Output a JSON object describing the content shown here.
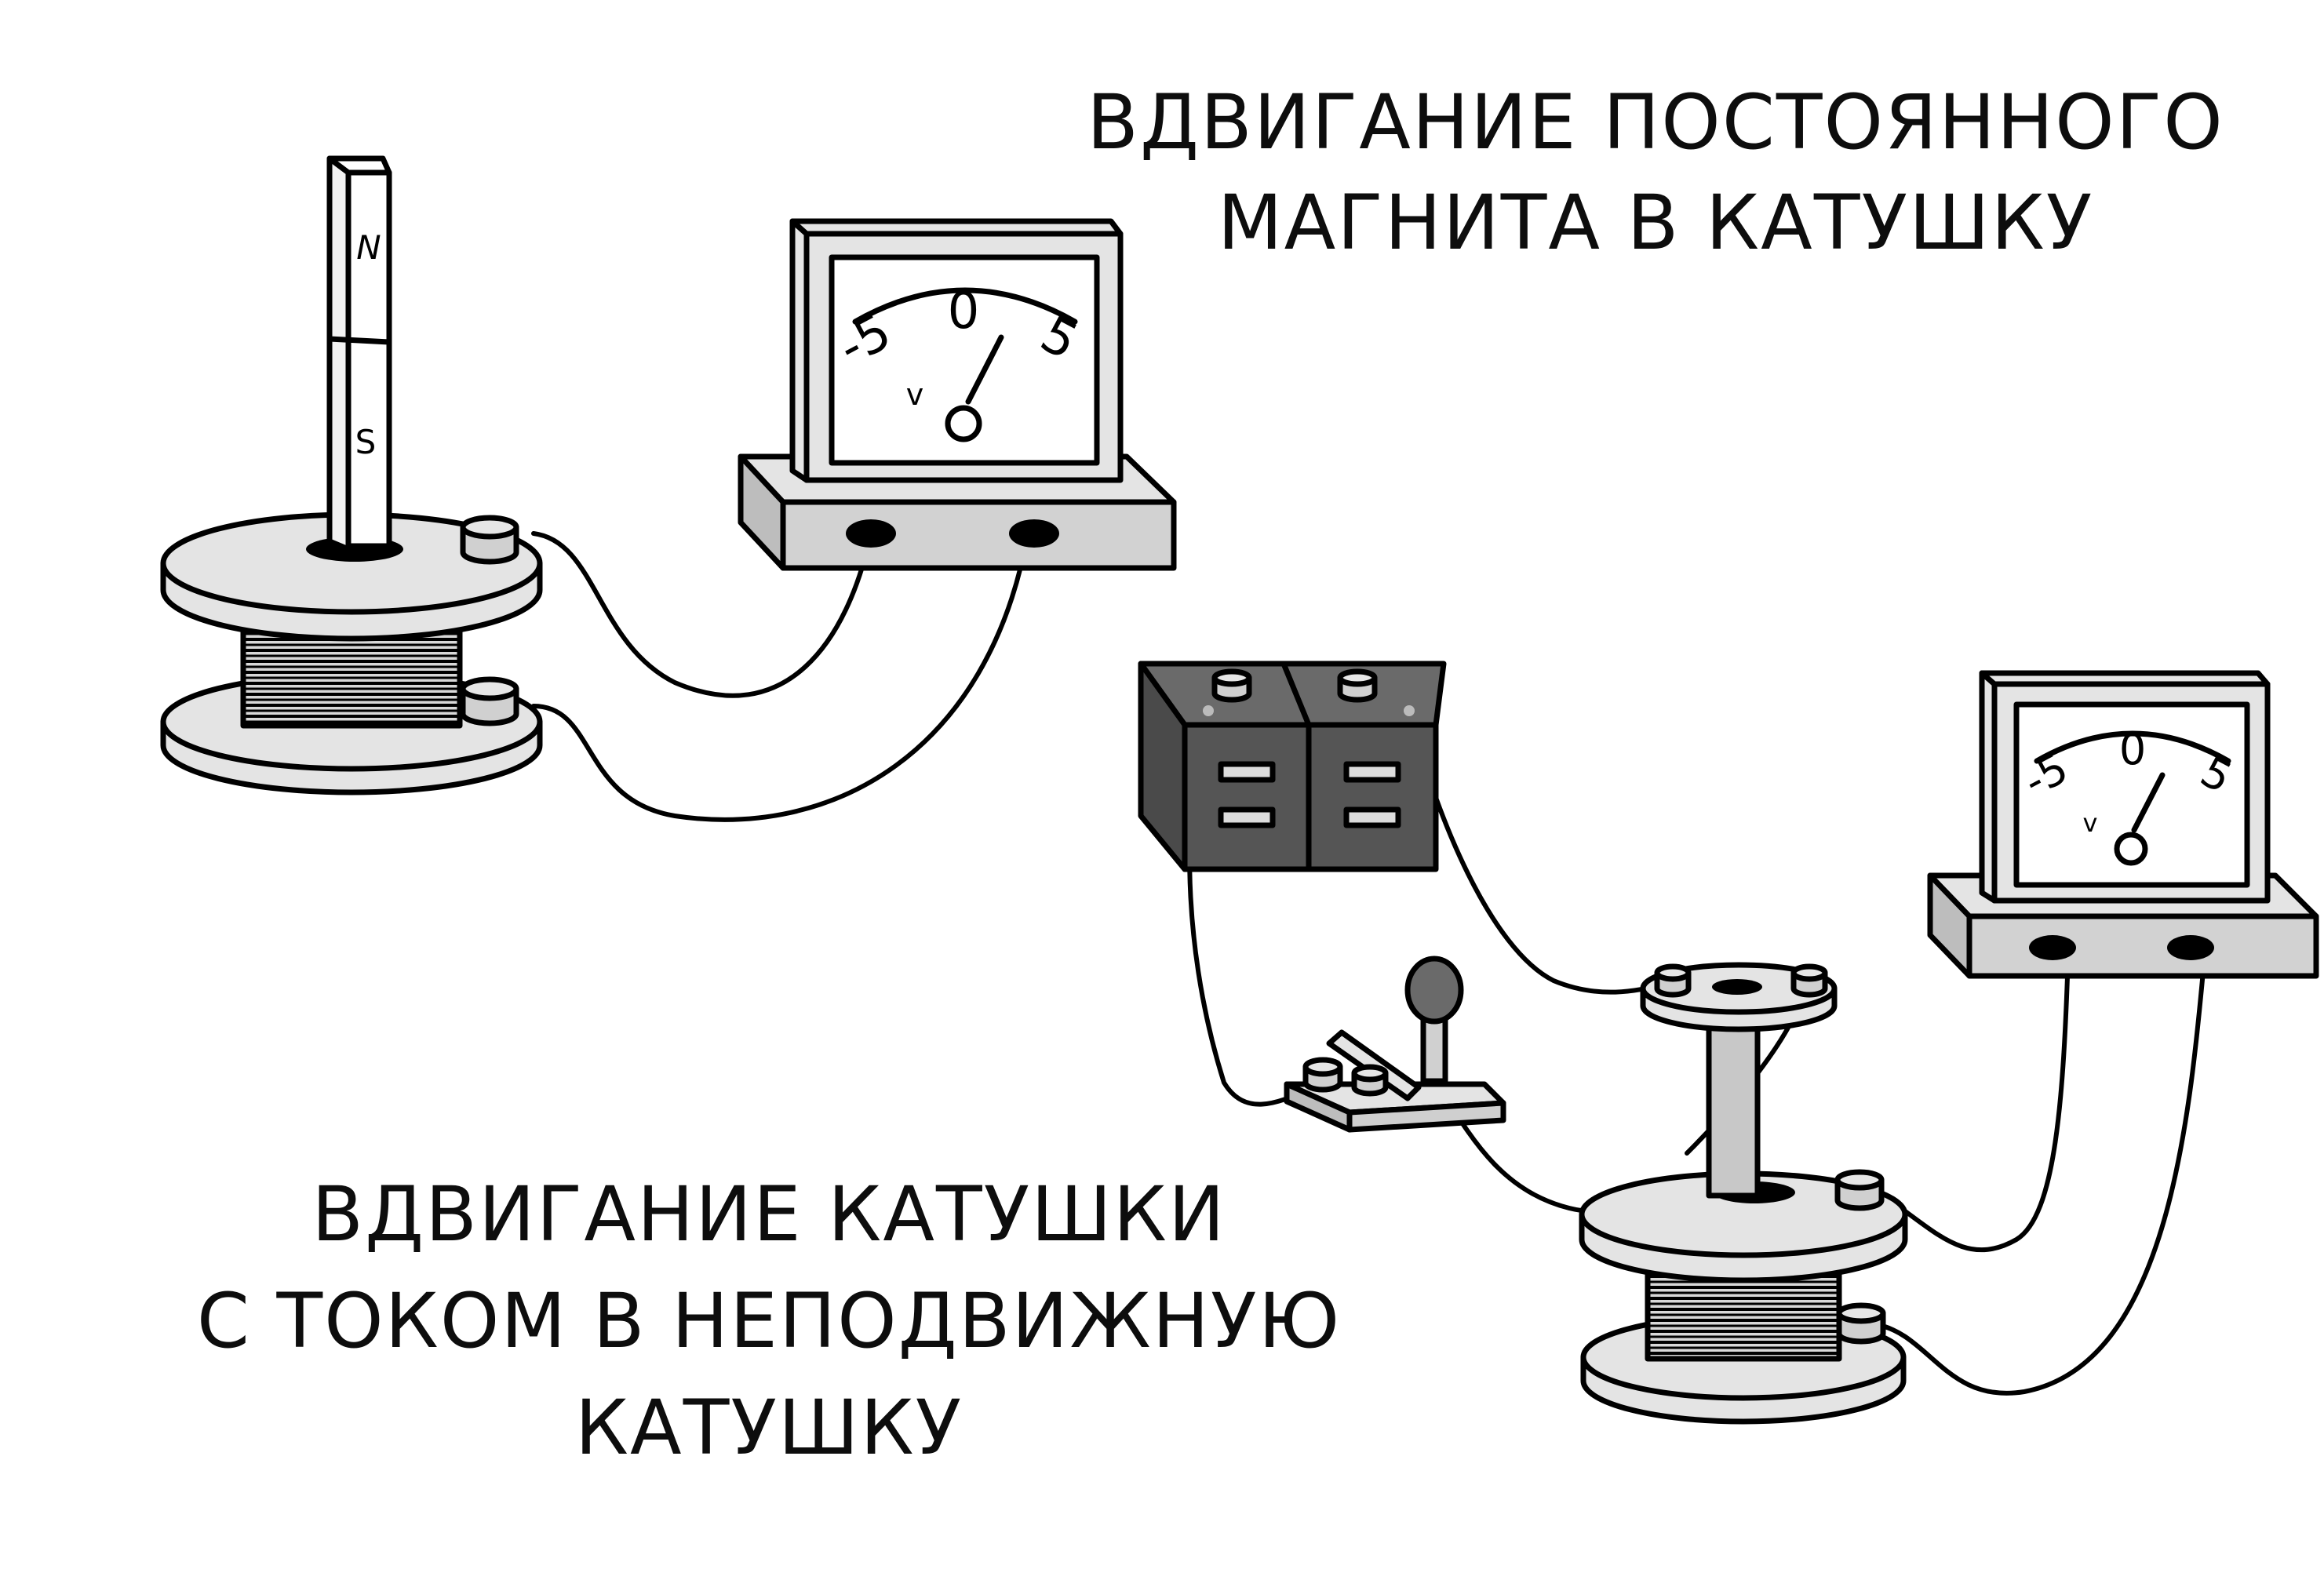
{
  "captions": {
    "top": [
      "ВДВИГАНИЕ ПОСТОЯННОГО",
      "МАГНИТА В КАТУШКУ"
    ],
    "bottom": [
      "ВДВИГАНИЕ КАТУШКИ",
      "С ТОКОМ В НЕПОДВИЖНУЮ",
      "КАТУШКУ"
    ]
  },
  "magnet": {
    "north_label": "N",
    "south_label": "S"
  },
  "voltmeter_left": {
    "scale": [
      "-5",
      "0",
      "5"
    ],
    "unit": "v"
  },
  "voltmeter_right": {
    "scale": [
      "-5",
      "0",
      "5"
    ],
    "unit": "v"
  },
  "colors": {
    "outline": "#000000",
    "light_gray": "#e4e4e4",
    "mid_gray": "#c8c8c8",
    "battery": "#555555",
    "knob": "#6a6a6a"
  }
}
